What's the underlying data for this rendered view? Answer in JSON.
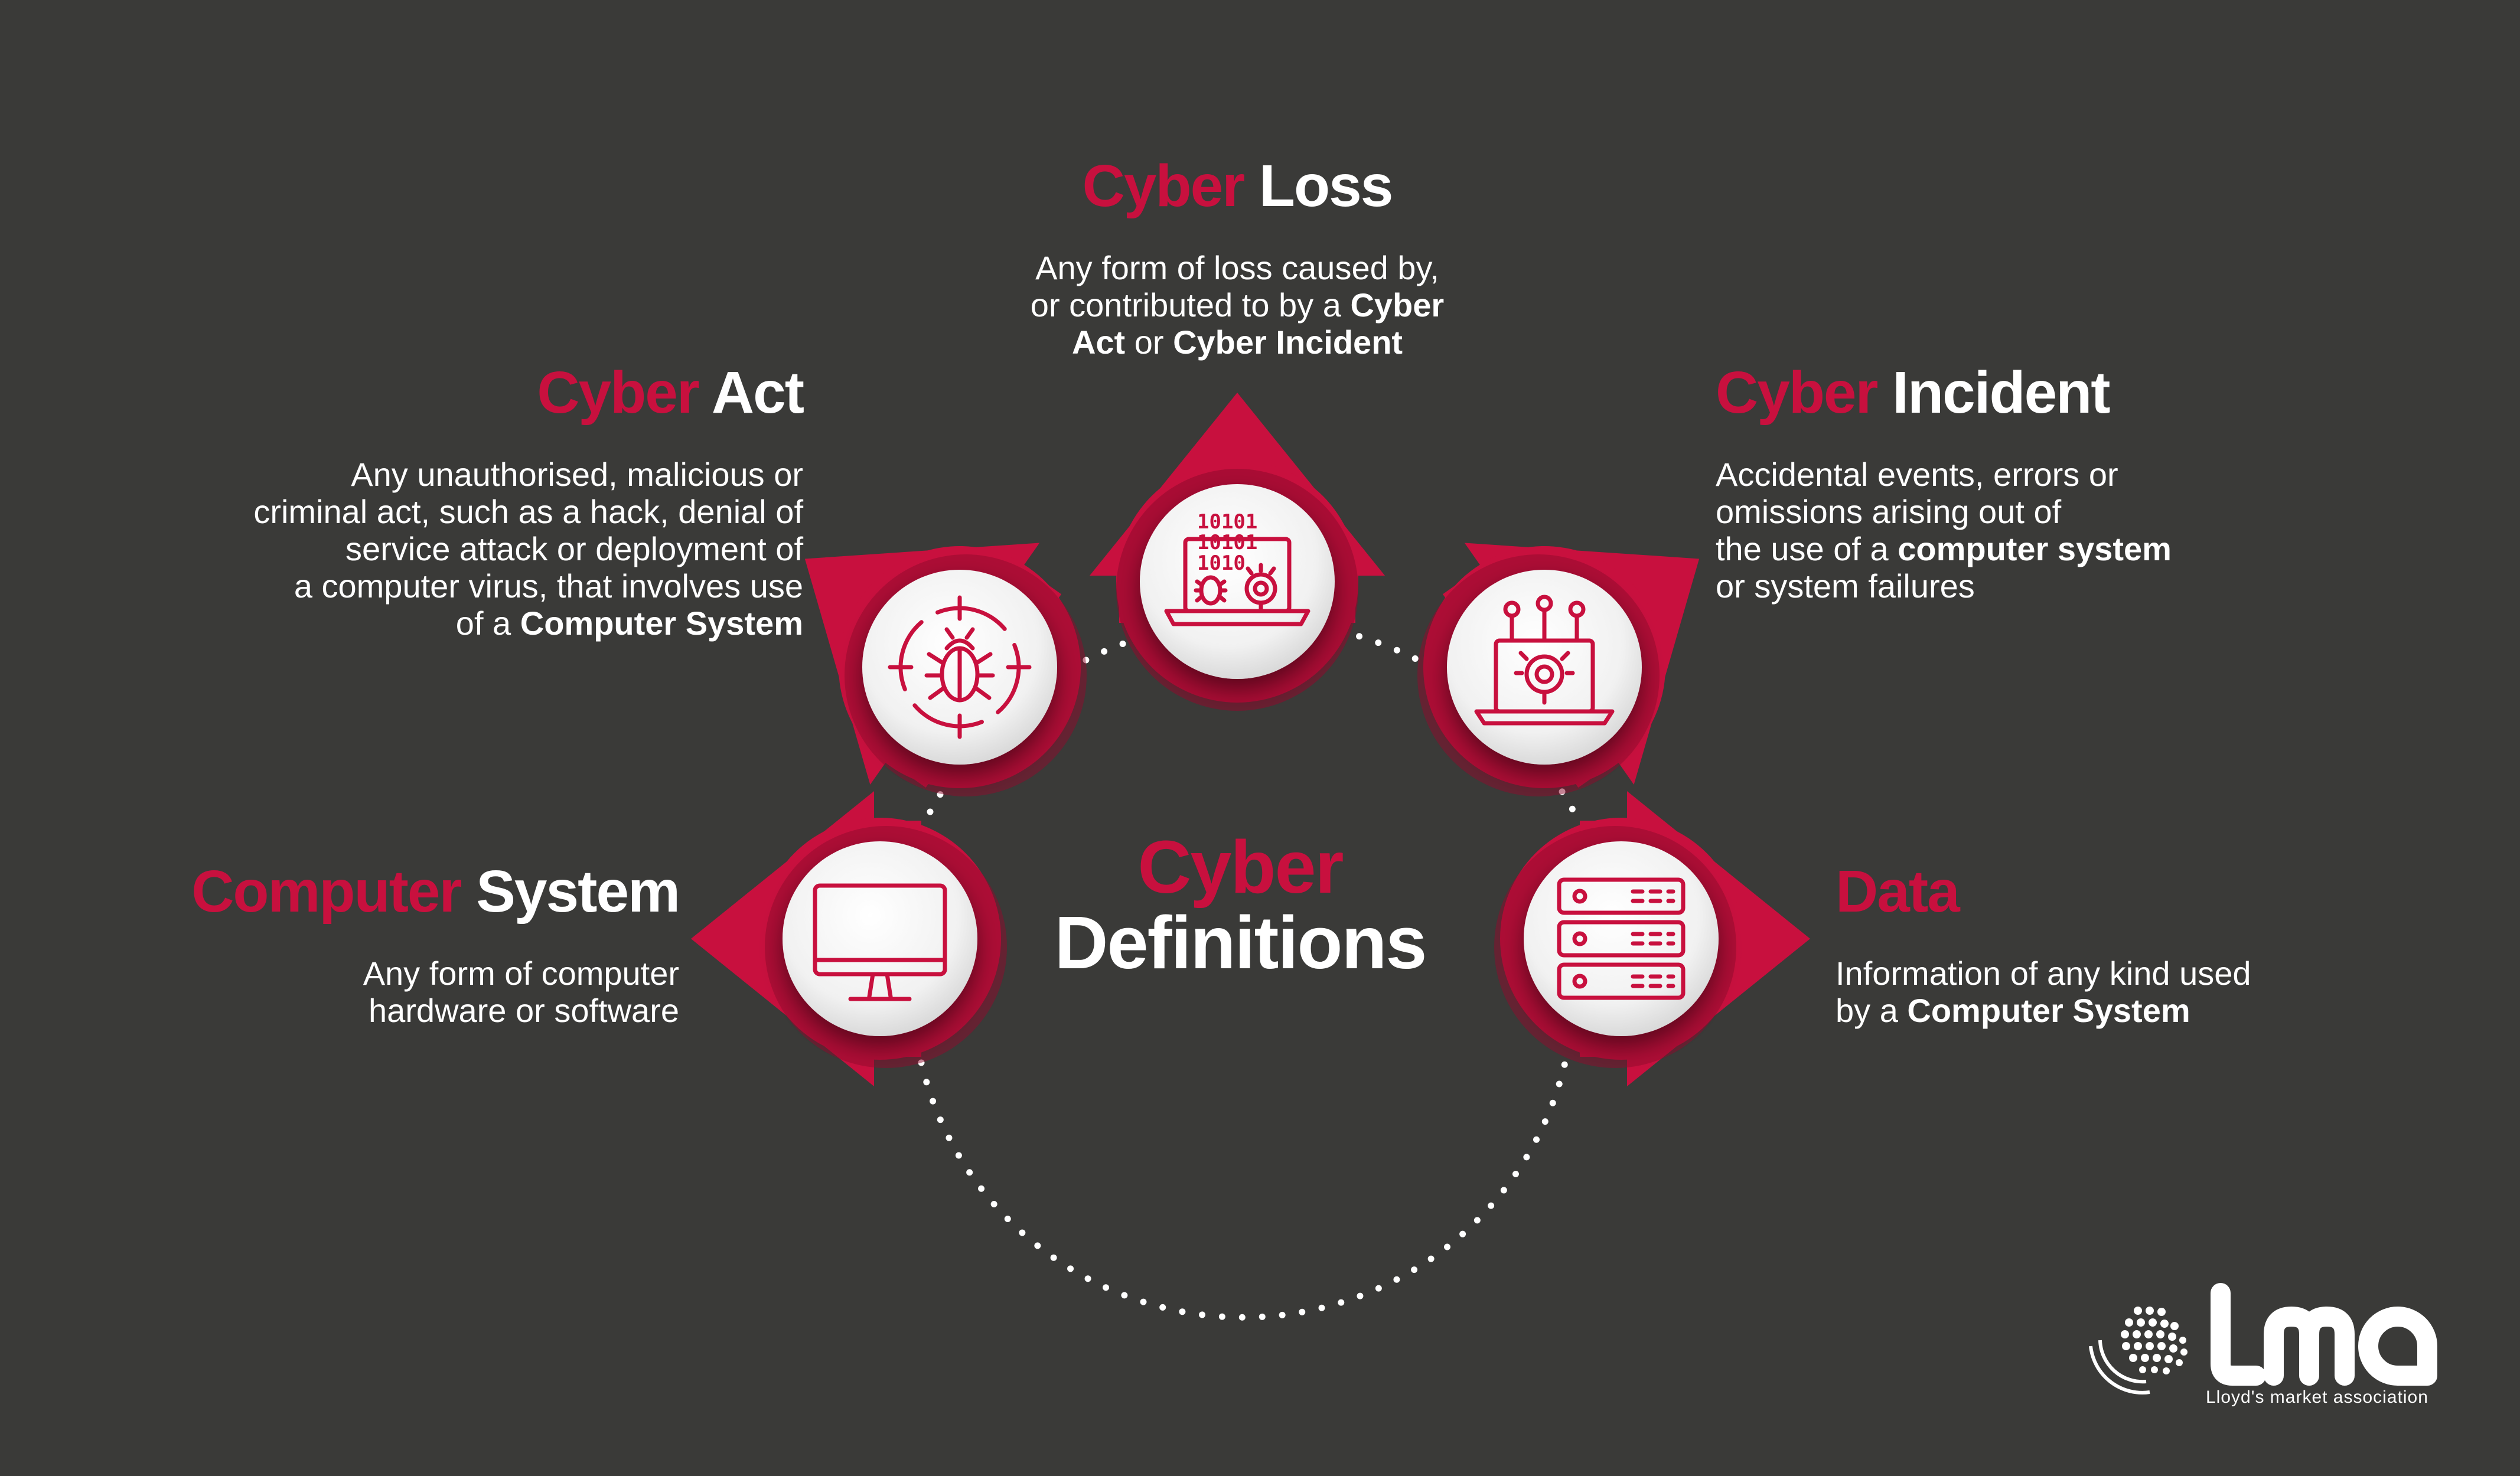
{
  "diagram": {
    "center": {
      "line1": "Cyber",
      "line2": "Definitions"
    },
    "nodes": [
      {
        "id": "cyber-loss",
        "icon": "laptop-binary-bug-icon",
        "title_accent": "Cyber",
        "title_rest": "Loss",
        "description": [
          [
            "Any form of loss caused by,"
          ],
          [
            "or contributed to by a ",
            "*Cyber"
          ],
          [
            "*Act",
            " or ",
            "*Cyber Incident"
          ]
        ]
      },
      {
        "id": "cyber-act",
        "icon": "bug-target-icon",
        "title_accent": "Cyber",
        "title_rest": "Act",
        "description": [
          [
            "Any unauthorised, malicious or"
          ],
          [
            "criminal act, such as a hack, denial of"
          ],
          [
            "service attack or deployment of"
          ],
          [
            "a computer virus, that involves use"
          ],
          [
            "of a ",
            "*Computer System"
          ]
        ]
      },
      {
        "id": "cyber-incident",
        "icon": "laptop-alert-icon",
        "title_accent": "Cyber",
        "title_rest": "Incident",
        "description": [
          [
            "Accidental events, errors or"
          ],
          [
            "omissions arising out of"
          ],
          [
            "the use of a ",
            "*computer system"
          ],
          [
            "or system failures"
          ]
        ]
      },
      {
        "id": "computer-system",
        "icon": "monitor-icon",
        "title_accent": "Computer",
        "title_rest": "System",
        "description": [
          [
            "Any form of computer"
          ],
          [
            "hardware or software"
          ]
        ]
      },
      {
        "id": "data",
        "icon": "server-icon",
        "title_accent": "Data",
        "title_rest": "",
        "description": [
          [
            "Information of any kind used"
          ],
          [
            "by a ",
            "*Computer System"
          ]
        ]
      }
    ]
  },
  "logo": {
    "mark": "lma",
    "tagline": "Lloyd's market association",
    "icon": "lma-globe-logo-icon"
  },
  "colors": {
    "background": "#3a3a38",
    "accent": "#c8103e",
    "accent_dark": "#8f0a2c",
    "white": "#ffffff"
  }
}
